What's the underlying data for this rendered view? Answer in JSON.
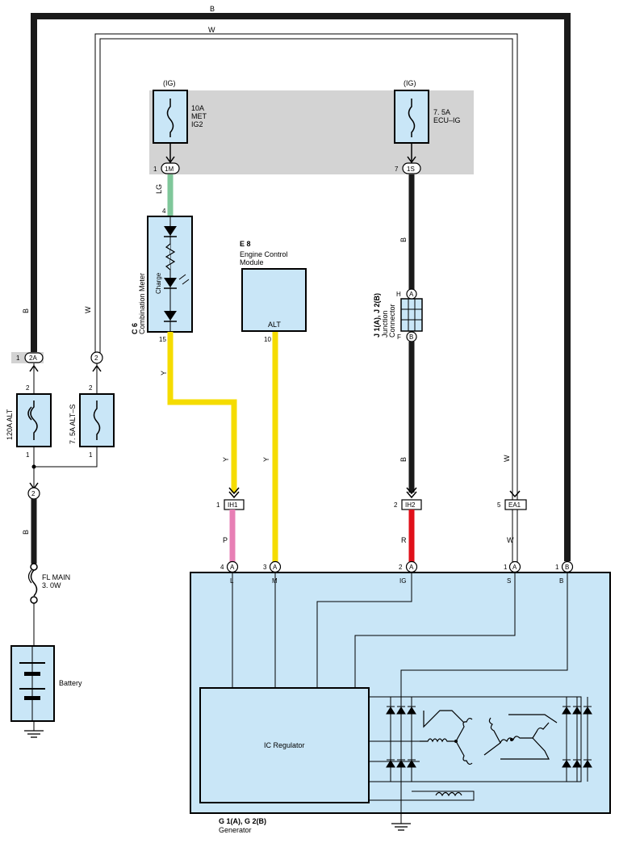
{
  "wires": {
    "b_top": "B",
    "w_top": "W",
    "b_left": "B",
    "w_left": "W",
    "b_bat": "B",
    "lg": "LG",
    "y_meter": "Y",
    "y_ih1": "Y",
    "y_ecm": "Y",
    "b_ecu_up": "B",
    "b_ecu_down": "B",
    "w_right": "W",
    "p": "P",
    "r": "R",
    "w_s": "W"
  },
  "fuses": {
    "met_ig2": {
      "rating": "10A",
      "name1": "MET",
      "name2": "IG2",
      "source": "(IG)"
    },
    "ecu_ig": {
      "rating": "7. 5A",
      "name": "ECU–IG",
      "source": "(IG)"
    },
    "alt": {
      "label": "120A ALT"
    },
    "alt_s": {
      "label": "7. 5A ALT–S"
    },
    "fl_main": {
      "name": "FL MAIN",
      "rating": "3. 0W"
    }
  },
  "connectors": {
    "c1m": {
      "pin": "1",
      "code": "1M"
    },
    "c1s": {
      "pin": "7",
      "code": "1S"
    },
    "c2a": {
      "pin": "1",
      "code": "2A"
    },
    "c2_w": {
      "code": "2"
    },
    "c2_b": {
      "code": "2"
    },
    "ih1": {
      "pin": "1",
      "code": "IH1"
    },
    "ih2": {
      "pin": "2",
      "code": "IH2"
    },
    "ea1": {
      "pin": "5",
      "code": "EA1"
    },
    "j_h": "A",
    "j_f": "B"
  },
  "pins": {
    "alt_top": "2",
    "alt_bottom": "1",
    "alts_top": "2",
    "alts_bottom": "1",
    "meter_in": "4",
    "meter_out": "15",
    "ecm_out": "10"
  },
  "components": {
    "combination_meter": {
      "code": "C 6",
      "name": "Combination Meter",
      "inner": "Charge"
    },
    "ecm": {
      "code": "E 8",
      "name1": "Engine Control",
      "name2": "Module",
      "terminal": "ALT"
    },
    "junction": {
      "code": "J 1(A), J 2(B)",
      "name1": "Junction",
      "name2": "Connector",
      "pin_h": "H",
      "pin_f": "F"
    },
    "battery": {
      "name": "Battery"
    },
    "generator": {
      "code": "G 1(A), G 2(B)",
      "name": "Generator",
      "regulator": "IC Regulator",
      "terminals": [
        {
          "pin": "4",
          "conn": "A",
          "label": "L"
        },
        {
          "pin": "3",
          "conn": "A",
          "label": "M"
        },
        {
          "pin": "2",
          "conn": "A",
          "label": "IG"
        },
        {
          "pin": "1",
          "conn": "A",
          "label": "S"
        },
        {
          "pin": "1",
          "conn": "B",
          "label": "B"
        }
      ]
    }
  },
  "colors": {
    "black_wire": "#1a1a1a",
    "lg_wire": "#7fc79a",
    "yellow_wire": "#f5dc00",
    "pink_wire": "#e77fb5",
    "red_wire": "#e0101a",
    "component_fill": "#c9e6f7",
    "ig_block": "#d3d3d3"
  }
}
